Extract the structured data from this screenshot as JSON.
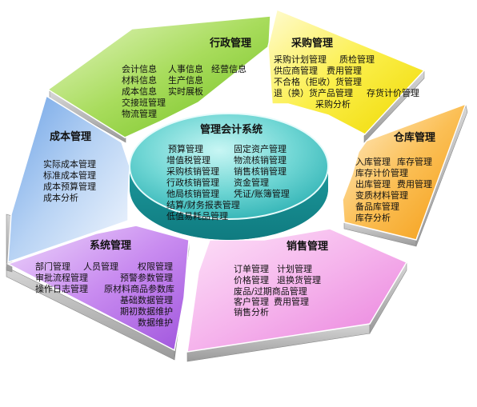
{
  "center": {
    "title": "管理会计系统",
    "items": [
      "预算管理",
      "固定资产管理",
      "增值税管理",
      "物流核销管理",
      "采购核销管理",
      "销售核销管理",
      "行政核销管理",
      "资金管理",
      "他局核销管理",
      "凭证/账簿管理",
      "结算/财务报表管理",
      "低值易耗品管理"
    ]
  },
  "segments": {
    "admin": {
      "title": "行政管理",
      "color": "#8fd14f",
      "items": [
        "会计信息",
        "人事信息",
        "经营信息",
        "材料信息",
        "生产信息",
        "成本信息",
        "实时展板",
        "交接班管理",
        "物流管理"
      ]
    },
    "purchase": {
      "title": "采购管理",
      "color": "#f5e81c",
      "items": [
        "采购计划管理",
        "质检管理",
        "供应商管理",
        "费用管理",
        "不合格（拒收）货管理",
        "退（换）货产品管理",
        "存货计价管理",
        "采购分析"
      ]
    },
    "warehouse": {
      "title": "仓库管理",
      "color": "#f8a82a",
      "items": [
        "入库管理",
        "库存管理",
        "库存计价管理",
        "出库管理",
        "费用管理",
        "变质材料管理",
        "备品库管理",
        "库存分析"
      ]
    },
    "sales": {
      "title": "销售管理",
      "color": "#f29ae8",
      "items": [
        "订单管理",
        "计划管理",
        "价格管理",
        "退换货管理",
        "废品/过期商品管理",
        "客户管理",
        "费用管理",
        "销售分析"
      ]
    },
    "system": {
      "title": "系统管理",
      "color": "#b96ee6",
      "items": [
        "部门管理",
        "人员管理",
        "权限管理",
        "审批流程管理",
        "预警参数管理",
        "操作日志管理",
        "原材料商品参数库",
        "基础数据管理",
        "期初数据维护",
        "数据维护"
      ]
    },
    "cost": {
      "title": "成本管理",
      "color": "#8fb8ec",
      "items": [
        "实际成本管理",
        "标准成本管理",
        "成本预算管理",
        "成本分析"
      ]
    }
  }
}
